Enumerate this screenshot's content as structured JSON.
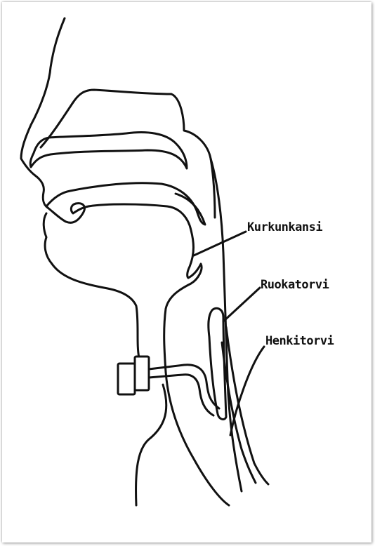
{
  "labels": {
    "epiglottis": "Kurkunkansi",
    "esophagus": "Ruokatorvi",
    "trachea": "Henkitorvi"
  },
  "colors": {
    "line": "#111111",
    "background": "#ffffff"
  }
}
